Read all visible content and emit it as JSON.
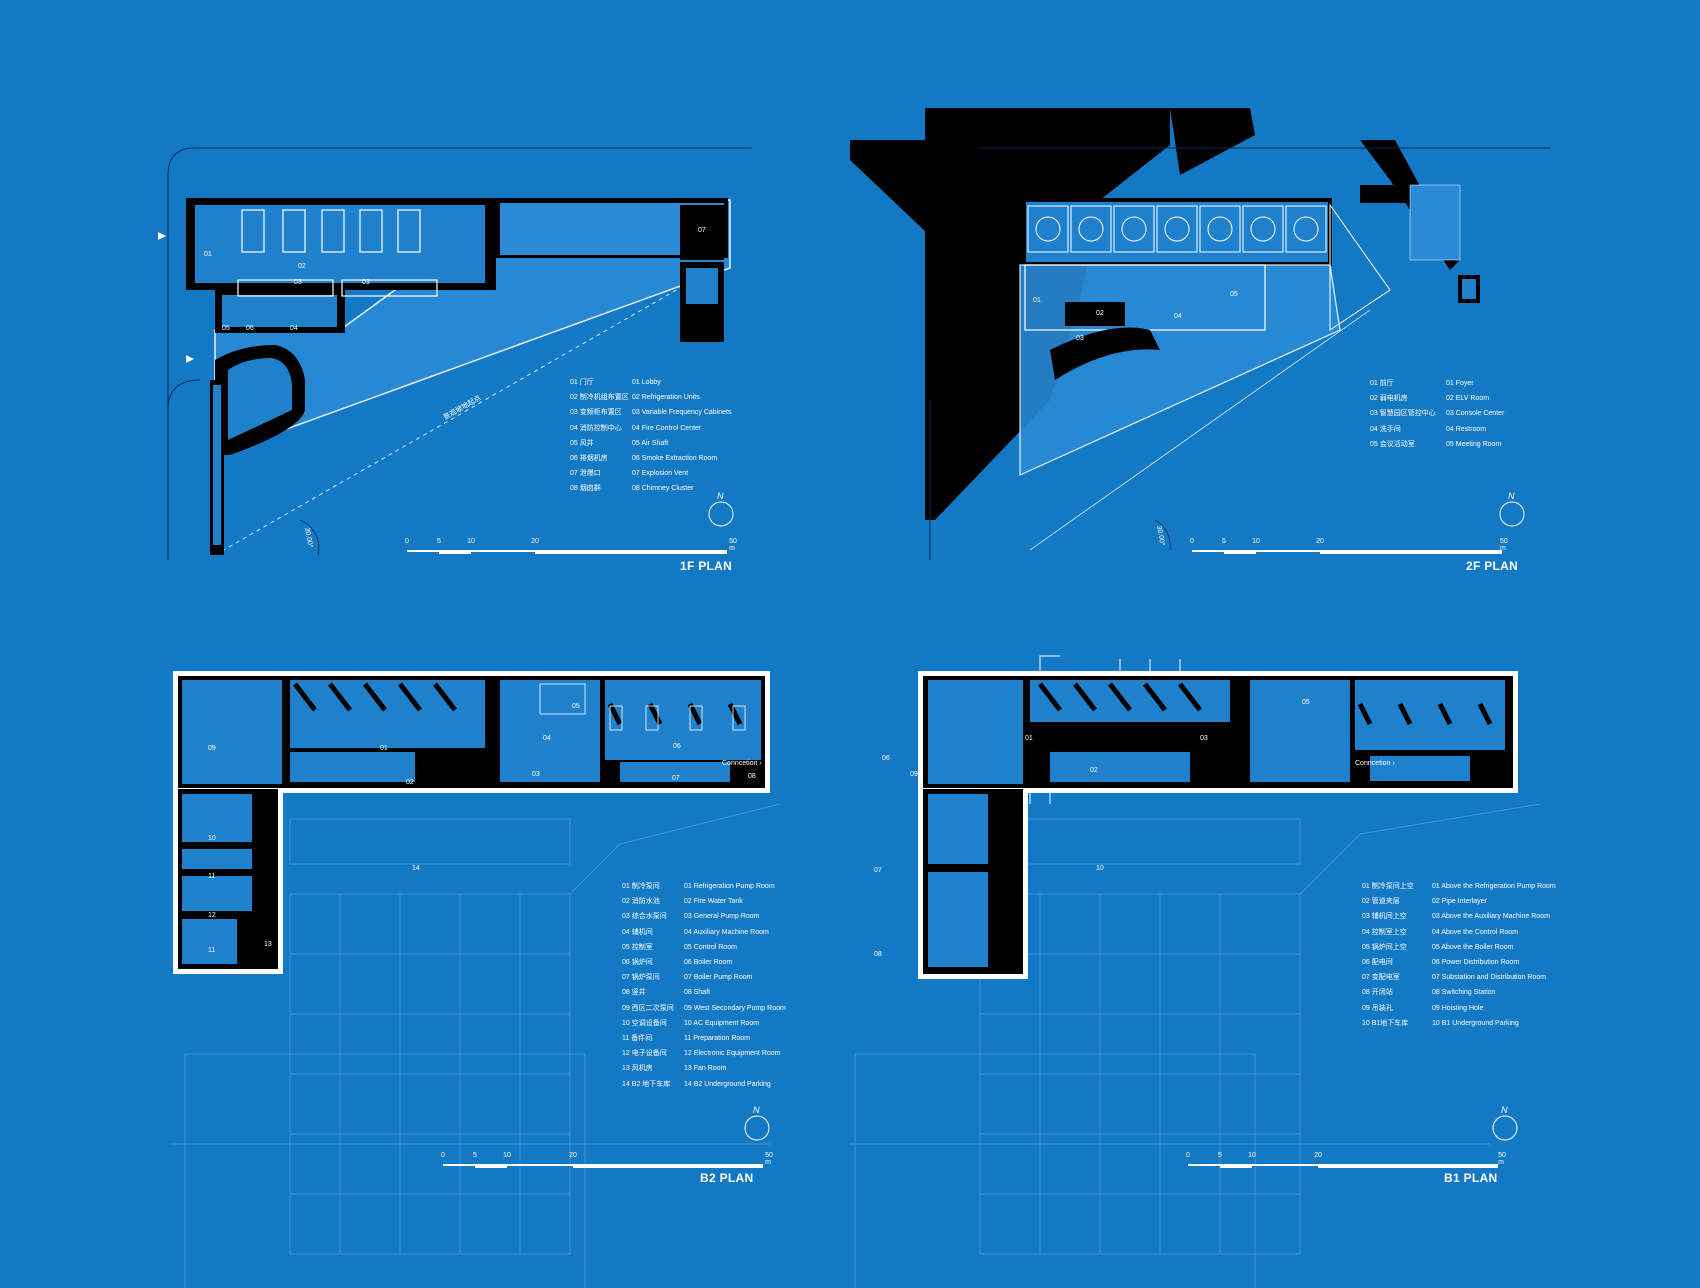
{
  "panels": {
    "f1": {
      "title": "1F PLAN",
      "rooms": [
        "01",
        "02",
        "03",
        "03",
        "04",
        "05",
        "06",
        "07"
      ],
      "road_label": "景观坡地起点",
      "angle": "30.00°",
      "legend": [
        {
          "zh": "01 门厅",
          "en": "01 Lobby"
        },
        {
          "zh": "02 制冷机组布置区",
          "en": "02 Refrigeration Units"
        },
        {
          "zh": "03 变频柜布置区",
          "en": "03 Variable Frequency Cabinets"
        },
        {
          "zh": "04 消防控制中心",
          "en": "04 Fire Control Center"
        },
        {
          "zh": "05 风井",
          "en": "05 Air Shaft"
        },
        {
          "zh": "06 排烟机房",
          "en": "06 Smoke Extraction Room"
        },
        {
          "zh": "07 泄爆口",
          "en": "07 Explosion Vent"
        },
        {
          "zh": "08 烟囱群",
          "en": "08 Chimney Cluster"
        }
      ],
      "scale": [
        "0",
        "5",
        "10",
        "20",
        "50 m"
      ],
      "north": "N"
    },
    "f2": {
      "title": "2F PLAN",
      "rooms": [
        "01",
        "02",
        "03",
        "04",
        "05"
      ],
      "angle": "30.00°",
      "legend": [
        {
          "zh": "01 前厅",
          "en": "01 Foyer"
        },
        {
          "zh": "02 弱电机房",
          "en": "02 ELV Room"
        },
        {
          "zh": "03 智慧园区管控中心",
          "en": "03 Console Center"
        },
        {
          "zh": "04 洗手间",
          "en": "04 Restroom"
        },
        {
          "zh": "05 会议活动室",
          "en": "05 Meeting Room"
        }
      ],
      "scale": [
        "0",
        "5",
        "10",
        "20",
        "50 m"
      ],
      "north": "N"
    },
    "b2": {
      "title": "B2 PLAN",
      "connection": "Conncetion",
      "rooms": [
        "01",
        "02",
        "03",
        "04",
        "05",
        "06",
        "07",
        "08",
        "09",
        "10",
        "11",
        "12",
        "11",
        "13",
        "14"
      ],
      "legend": [
        {
          "zh": "01 制冷泵间",
          "en": "01 Refrigeration Pump Room"
        },
        {
          "zh": "02 消防水池",
          "en": "02 Fire Water Tank"
        },
        {
          "zh": "03 综合水泵间",
          "en": "03 General Pump Room"
        },
        {
          "zh": "04 辅机间",
          "en": "04 Auxiliary Machine Room"
        },
        {
          "zh": "05 控制室",
          "en": "05 Control Room"
        },
        {
          "zh": "06 锅炉间",
          "en": "06 Boiler Room"
        },
        {
          "zh": "07 锅炉泵间",
          "en": "07 Boiler Pump Room"
        },
        {
          "zh": "08 竖井",
          "en": "08 Shaft"
        },
        {
          "zh": "09 西区二次泵间",
          "en": "09 West Secondary Pump Room"
        },
        {
          "zh": "10 空调设备间",
          "en": "10 AC Equipment Room"
        },
        {
          "zh": "11 备件间",
          "en": "11 Preparation Room"
        },
        {
          "zh": "12 电子设备间",
          "en": "12 Electronic Equipment Room"
        },
        {
          "zh": "13 风机房",
          "en": "13 Fan Room"
        },
        {
          "zh": "14 B2 地下车库",
          "en": "14 B2 Underground Parking"
        }
      ],
      "scale": [
        "0",
        "5",
        "10",
        "20",
        "50 m"
      ],
      "north": "N"
    },
    "b1": {
      "title": "B1 PLAN",
      "connection": "Conncetion",
      "rooms": [
        "01",
        "02",
        "03",
        "05",
        "06",
        "07",
        "08",
        "09",
        "10"
      ],
      "legend": [
        {
          "zh": "01 制冷泵间上空",
          "en": "01 Above the Refrigeration Pump Room"
        },
        {
          "zh": "02 管道夹层",
          "en": "02 Pipe Interlayer"
        },
        {
          "zh": "03 辅机间上空",
          "en": "03 Above the Auxiliary Machine Room"
        },
        {
          "zh": "04 控制室上空",
          "en": "04 Above the Control Room"
        },
        {
          "zh": "05 锅炉间上空",
          "en": "05 Above the Boiler Room"
        },
        {
          "zh": "06 配电间",
          "en": "06 Power Distribution Room"
        },
        {
          "zh": "07 变配电室",
          "en": "07 Substation and Distribution Room"
        },
        {
          "zh": "08 开闭站",
          "en": "08 Switching Station"
        },
        {
          "zh": "09 吊装孔",
          "en": "09 Hoisting Hole"
        },
        {
          "zh": "10 B1地下车库",
          "en": "10 B1 Underground Parking"
        }
      ],
      "scale": [
        "0",
        "5",
        "10",
        "20",
        "50 m"
      ],
      "north": "N"
    }
  }
}
